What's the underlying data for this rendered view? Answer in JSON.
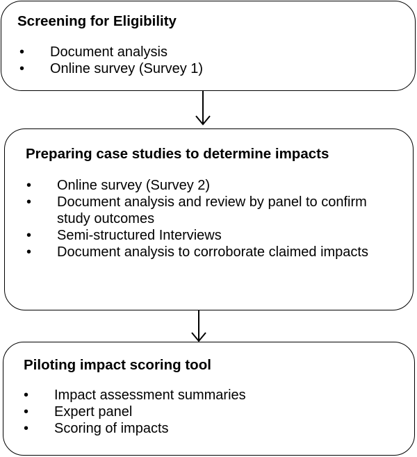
{
  "stages": [
    {
      "title": "Screening for Eligibility",
      "items": [
        "Document analysis",
        "Online survey (Survey 1)"
      ]
    },
    {
      "title": "Preparing case studies to determine impacts",
      "items": [
        "Online survey (Survey 2)",
        "Document analysis and review by panel to confirm study outcomes",
        "Semi-structured Interviews",
        "Document analysis to corroborate claimed impacts"
      ]
    },
    {
      "title": "Piloting impact scoring tool",
      "items": [
        "Impact assessment summaries",
        "Expert panel",
        "Scoring of impacts"
      ]
    }
  ],
  "bullet_symbol": "•",
  "colors": {
    "line": "#000000",
    "background": "#ffffff"
  }
}
